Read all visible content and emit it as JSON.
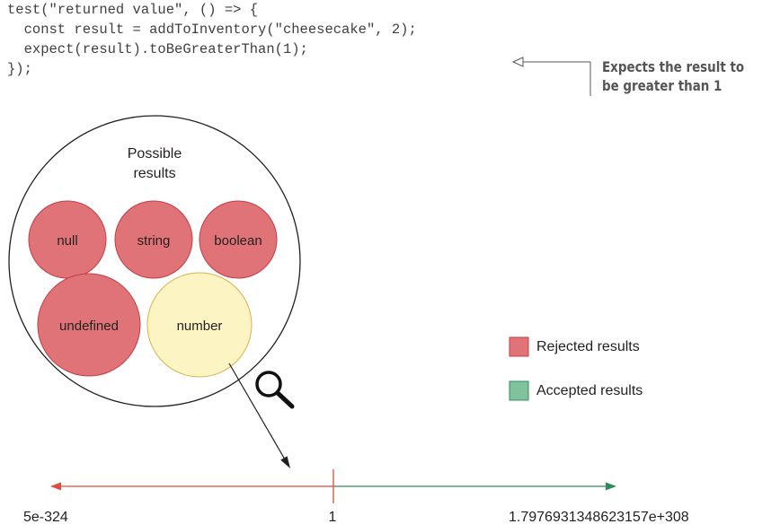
{
  "code": {
    "lines": [
      "test(\"returned value\", () => {",
      "  const result = addToInventory(\"cheesecake\", 2);",
      "  expect(result).toBeGreaterThan(1);",
      "});"
    ]
  },
  "annotation": {
    "line1": "Expects the result to",
    "line2": "be greater than 1"
  },
  "possible_results": {
    "title_line1": "Possible",
    "title_line2": "results",
    "types": [
      {
        "label": "null",
        "status": "rejected"
      },
      {
        "label": "string",
        "status": "rejected"
      },
      {
        "label": "boolean",
        "status": "rejected"
      },
      {
        "label": "undefined",
        "status": "rejected"
      },
      {
        "label": "number",
        "status": "candidate"
      }
    ]
  },
  "legend": {
    "rejected_label": "Rejected results",
    "accepted_label": "Accepted results"
  },
  "number_line": {
    "min_label": "5e-324",
    "threshold_label": "1",
    "max_label": "1.7976931348623157e+308"
  },
  "colors": {
    "rejected_fill": "#e07378",
    "rejected_stroke": "#c63c43",
    "candidate_fill": "#fdf4c3",
    "candidate_stroke": "#d9b24a",
    "accepted_fill": "#7fc29b",
    "accepted_stroke": "#2f8f5a",
    "rejected_line": "#e24a3b",
    "accepted_line": "#2e8b57"
  },
  "icons": {
    "magnifier": "magnifying-glass-icon"
  }
}
